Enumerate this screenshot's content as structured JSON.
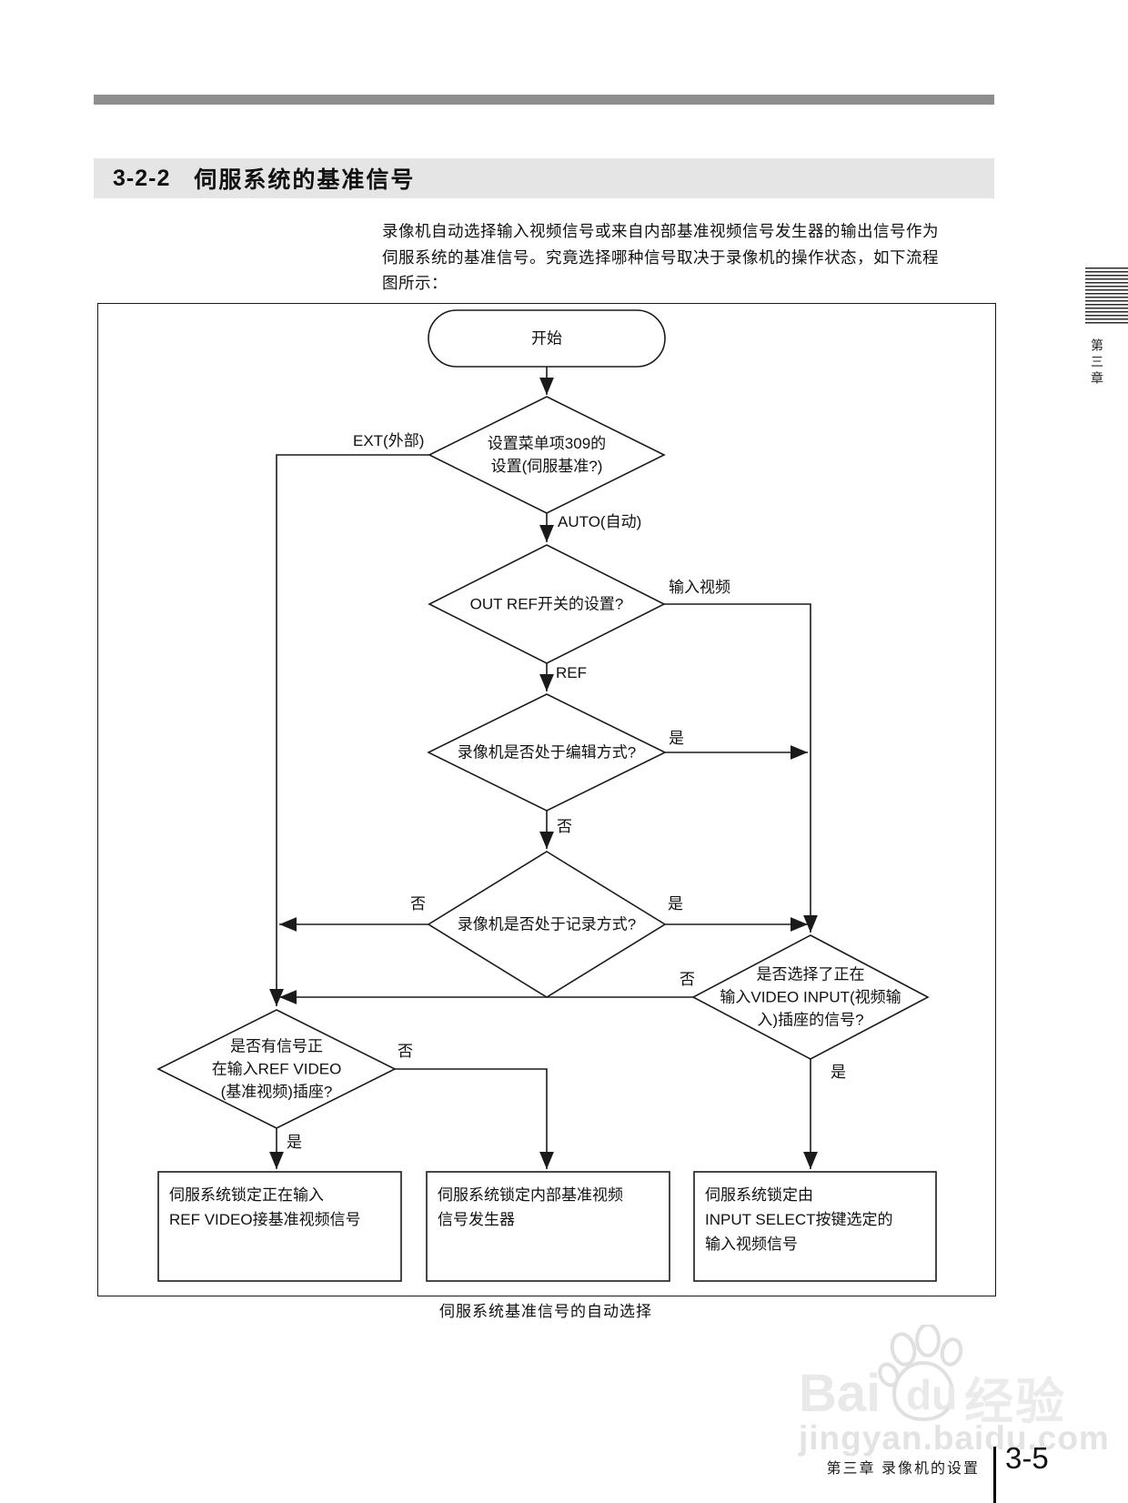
{
  "header": {
    "section_number": "3-2-2",
    "section_title": "伺服系统的基准信号"
  },
  "intro": "录像机自动选择输入视频信号或来自内部基准视频信号发生器的输出信号作为\n伺服系统的基准信号。究竟选择哪种信号取决于录像机的操作状态，如下流程\n图所示：",
  "flowchart": {
    "start": "开始",
    "nodes": {
      "d1": "设置菜单项309的\n设置(伺服基准?)",
      "d2": "OUT REF开关的设置?",
      "d3": "录像机是否处于编辑方式?",
      "d4": "录像机是否处于记录方式?",
      "d5": "是否选择了正在\n输入VIDEO INPUT(视频输\n入)插座的信号?",
      "d6": "是否有信号正\n在输入REF VIDEO\n(基准视频)插座?",
      "box1": "伺服系统锁定正在输入\nREF VIDEO接基准视频信号",
      "box2": "伺服系统锁定内部基准视频\n信号发生器",
      "box3": "伺服系统锁定由\nINPUT SELECT按键选定的\n输入视频信号"
    },
    "labels": {
      "ext": "EXT(外部)",
      "auto": "AUTO(自动)",
      "input_video": "输入视频",
      "ref": "REF",
      "yes": "是",
      "no": "否"
    },
    "caption": "伺服系统基准信号的自动选择"
  },
  "sidebar": {
    "chapter_tab": "第三章"
  },
  "watermark": {
    "bai": "Bai",
    "du": "du",
    "jingyan": "经验",
    "url": "jingyan.baidu.com"
  },
  "footer": {
    "chapter_title": "第三章 录像机的设置",
    "page_number": "3-5"
  },
  "colors": {
    "top_rule": "#8e8e8e",
    "section_band": "#e5e5e5",
    "line": "#1a1a1a",
    "watermark": "#e9e9e9"
  }
}
